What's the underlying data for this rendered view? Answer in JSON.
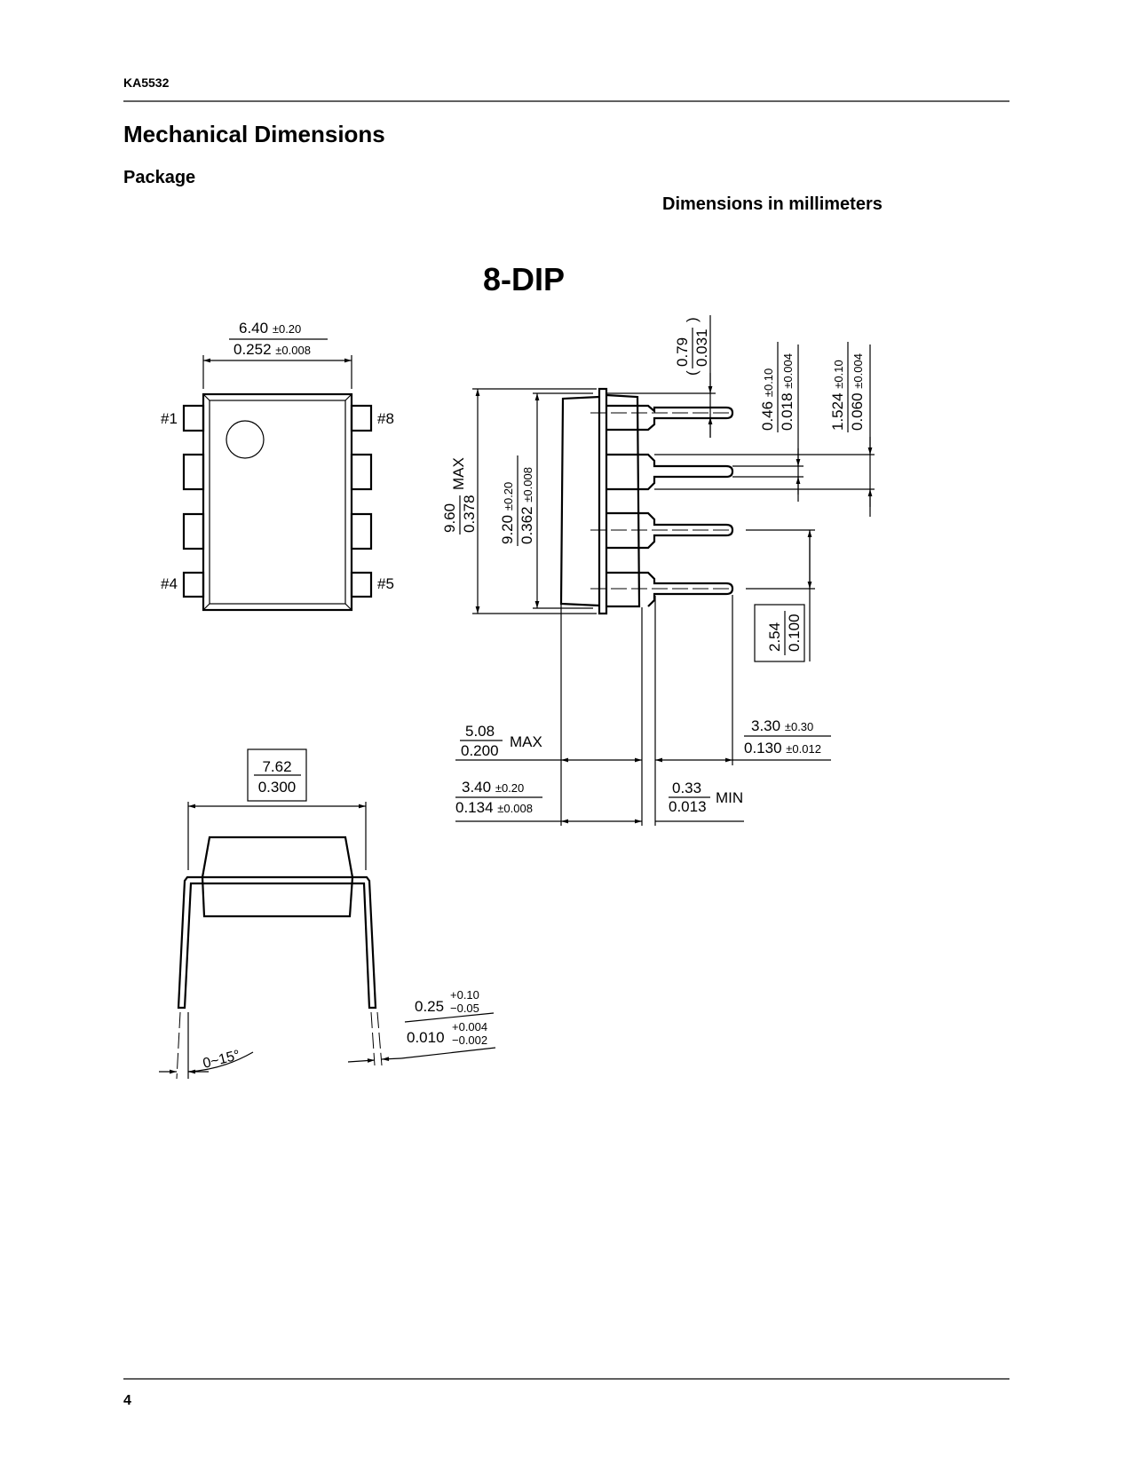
{
  "header": {
    "part_number": "KA5532",
    "title": "Mechanical Dimensions",
    "subtitle": "Package",
    "units_note": "Dimensions in millimeters"
  },
  "package_name": "8-DIP",
  "pin_labels": {
    "pin1": "#1",
    "pin4": "#4",
    "pin5": "#5",
    "pin8": "#8"
  },
  "dims": {
    "body_width": {
      "mm": "6.40",
      "mm_tol": "±0.20",
      "in": "0.252",
      "in_tol": "±0.008"
    },
    "overall_length": {
      "mm": "9.60",
      "in": "0.378",
      "qualifier": "MAX"
    },
    "body_length": {
      "mm": "9.20",
      "mm_tol": "±0.20",
      "in": "0.362",
      "in_tol": "±0.008"
    },
    "end_pin_offset": {
      "mm": "0.79",
      "in": "0.031",
      "open": "(",
      "close": ")"
    },
    "lead_width": {
      "mm": "0.46",
      "mm_tol": "±0.10",
      "in": "0.018",
      "in_tol": "±0.004"
    },
    "shoulder_width": {
      "mm": "1.524",
      "mm_tol": "±0.10",
      "in": "0.060",
      "in_tol": "±0.004"
    },
    "pitch": {
      "mm": "2.54",
      "in": "0.100"
    },
    "seated_height": {
      "mm": "5.08",
      "in": "0.200",
      "qualifier": "MAX"
    },
    "lead_length": {
      "mm": "3.30",
      "mm_tol": "±0.30",
      "in": "0.130",
      "in_tol": "±0.012"
    },
    "body_height": {
      "mm": "3.40",
      "mm_tol": "±0.20",
      "in": "0.134",
      "in_tol": "±0.008"
    },
    "standoff": {
      "mm": "0.33",
      "in": "0.013",
      "qualifier": "MIN"
    },
    "row_spacing": {
      "mm": "7.62",
      "in": "0.300"
    },
    "lead_thickness": {
      "mm": "0.25",
      "mm_plus": "+0.10",
      "mm_minus": "−0.05",
      "in": "0.010",
      "in_plus": "+0.004",
      "in_minus": "−0.002"
    },
    "lead_angle": "0~15°"
  },
  "footer": {
    "page_number": "4"
  }
}
